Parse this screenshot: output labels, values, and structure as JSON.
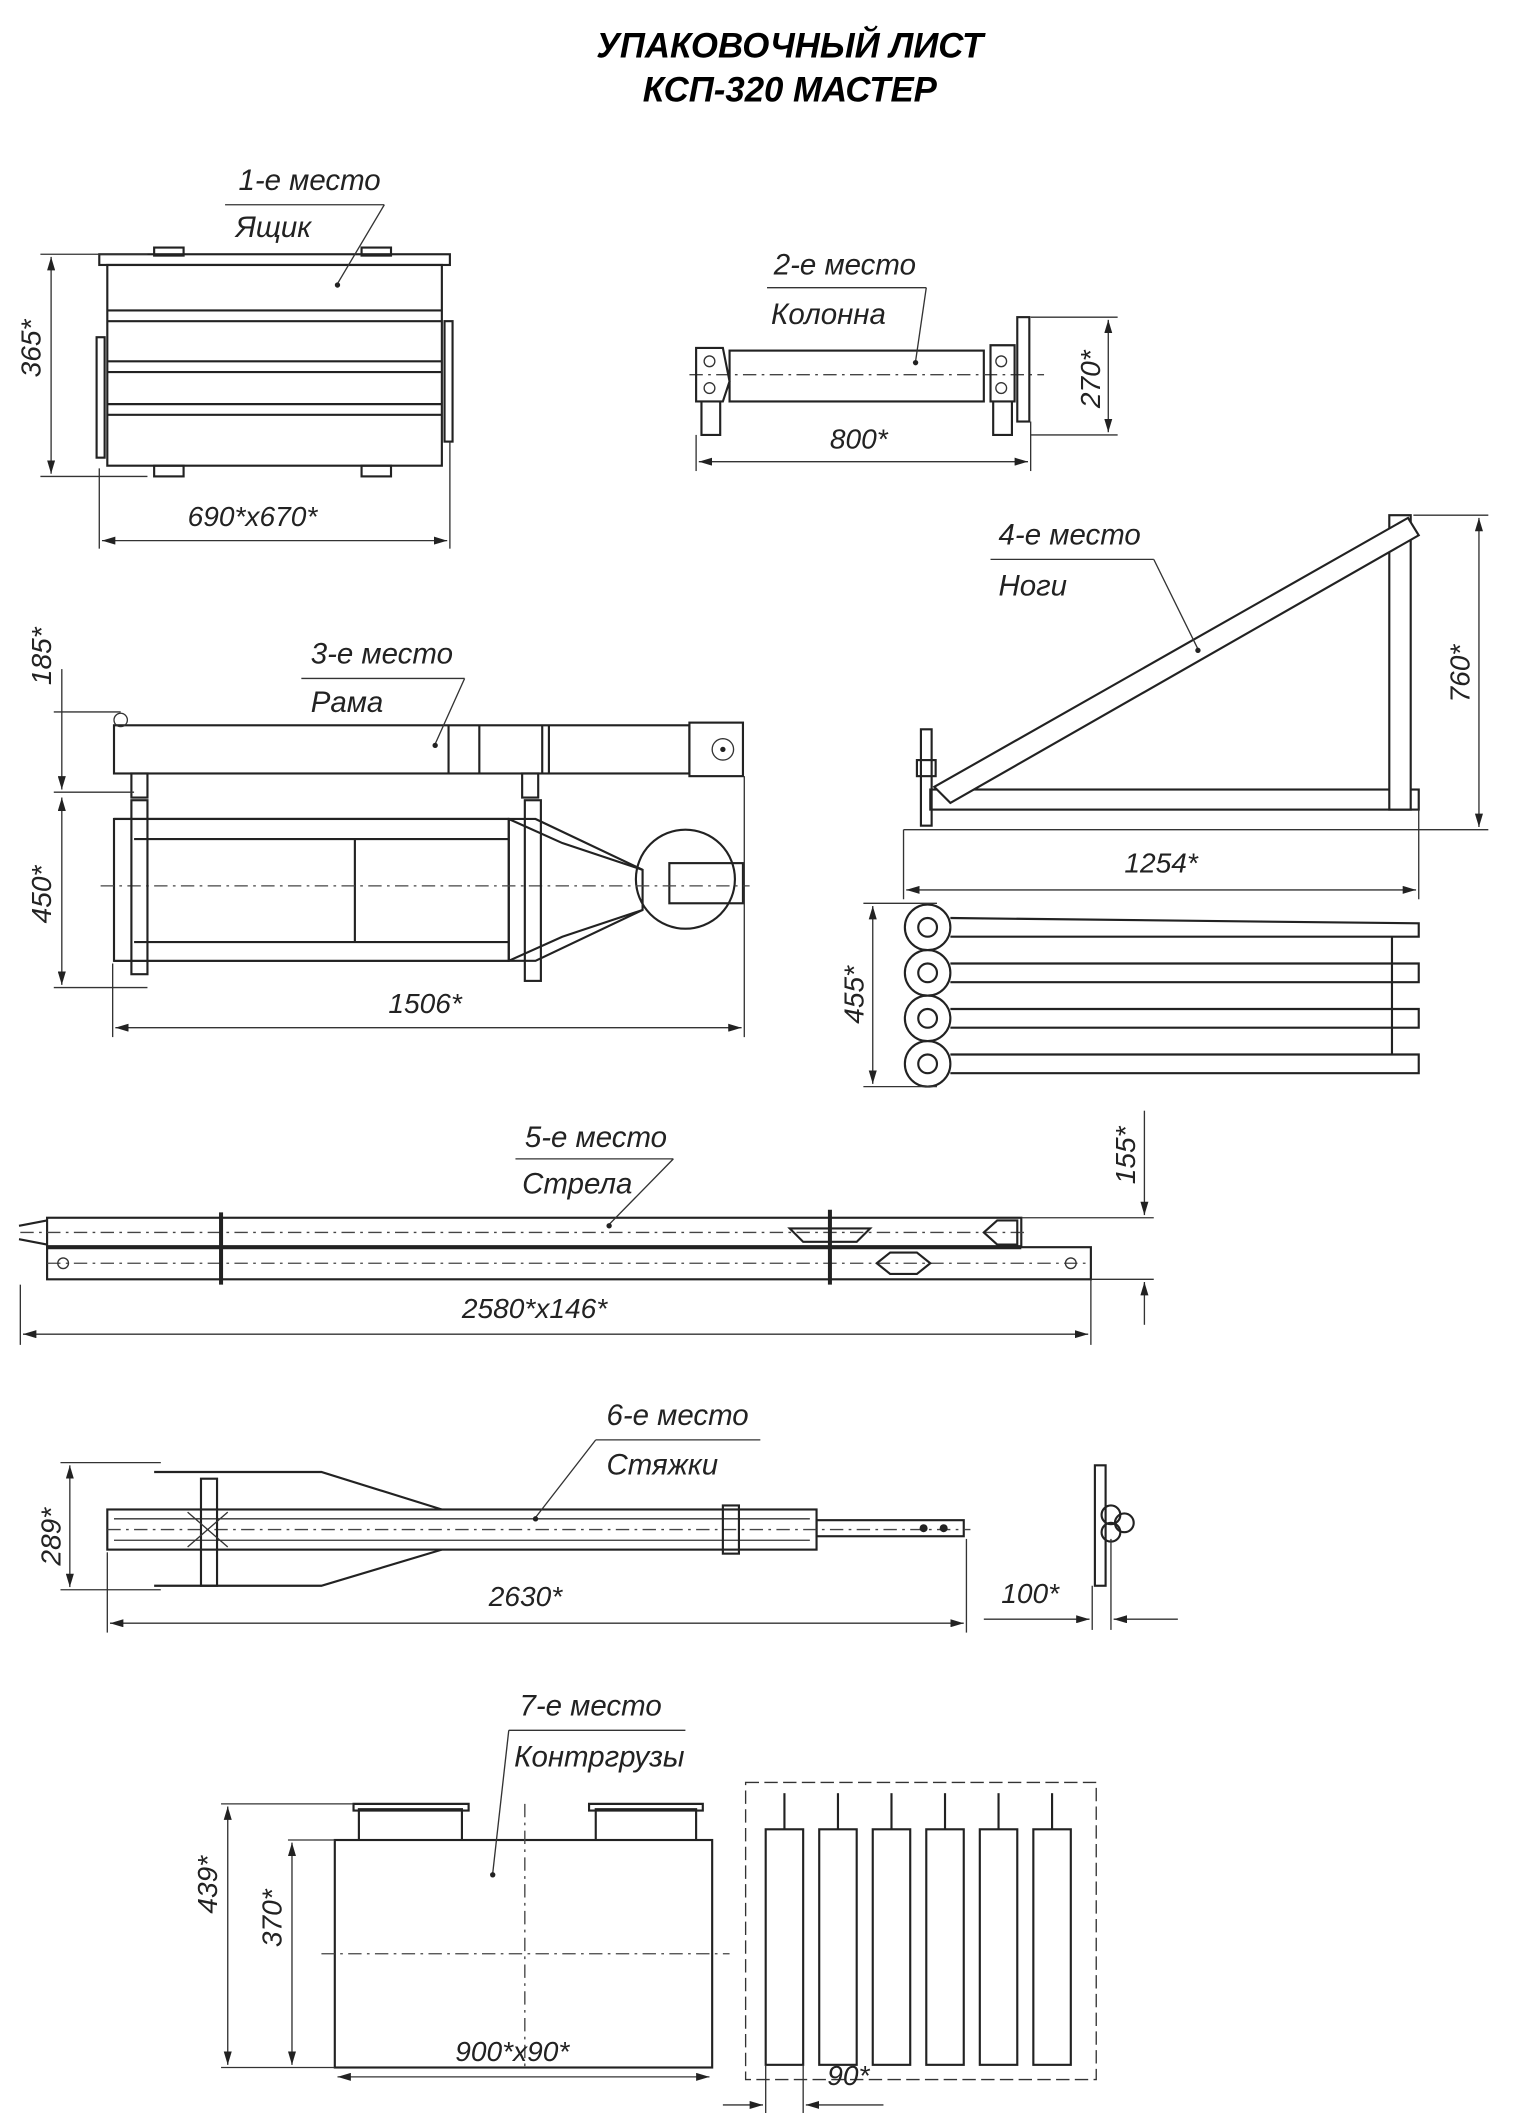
{
  "title": {
    "line1": "УПАКОВОЧНЫЙ ЛИСТ",
    "line2": "КСП-320 МАСТЕР"
  },
  "places": [
    {
      "place": "1-е место",
      "name": "Ящик",
      "dims": [
        "365*",
        "690*х670*"
      ]
    },
    {
      "place": "2-е место",
      "name": "Колонна",
      "dims": [
        "270*",
        "800*"
      ]
    },
    {
      "place": "3-е место",
      "name": "Рама",
      "dims": [
        "185*",
        "450*",
        "1506*"
      ]
    },
    {
      "place": "4-е место",
      "name": "Ноги",
      "dims": [
        "760*",
        "1254*",
        "455*"
      ]
    },
    {
      "place": "5-е место",
      "name": "Стрела",
      "dims": [
        "155*",
        "2580*х146*"
      ]
    },
    {
      "place": "6-е место",
      "name": "Стяжки",
      "dims": [
        "289*",
        "2630*",
        "100*"
      ]
    },
    {
      "place": "7-е место",
      "name": "Контргрузы",
      "dims": [
        "439*",
        "370*",
        "900*х90*",
        "90*"
      ]
    }
  ]
}
